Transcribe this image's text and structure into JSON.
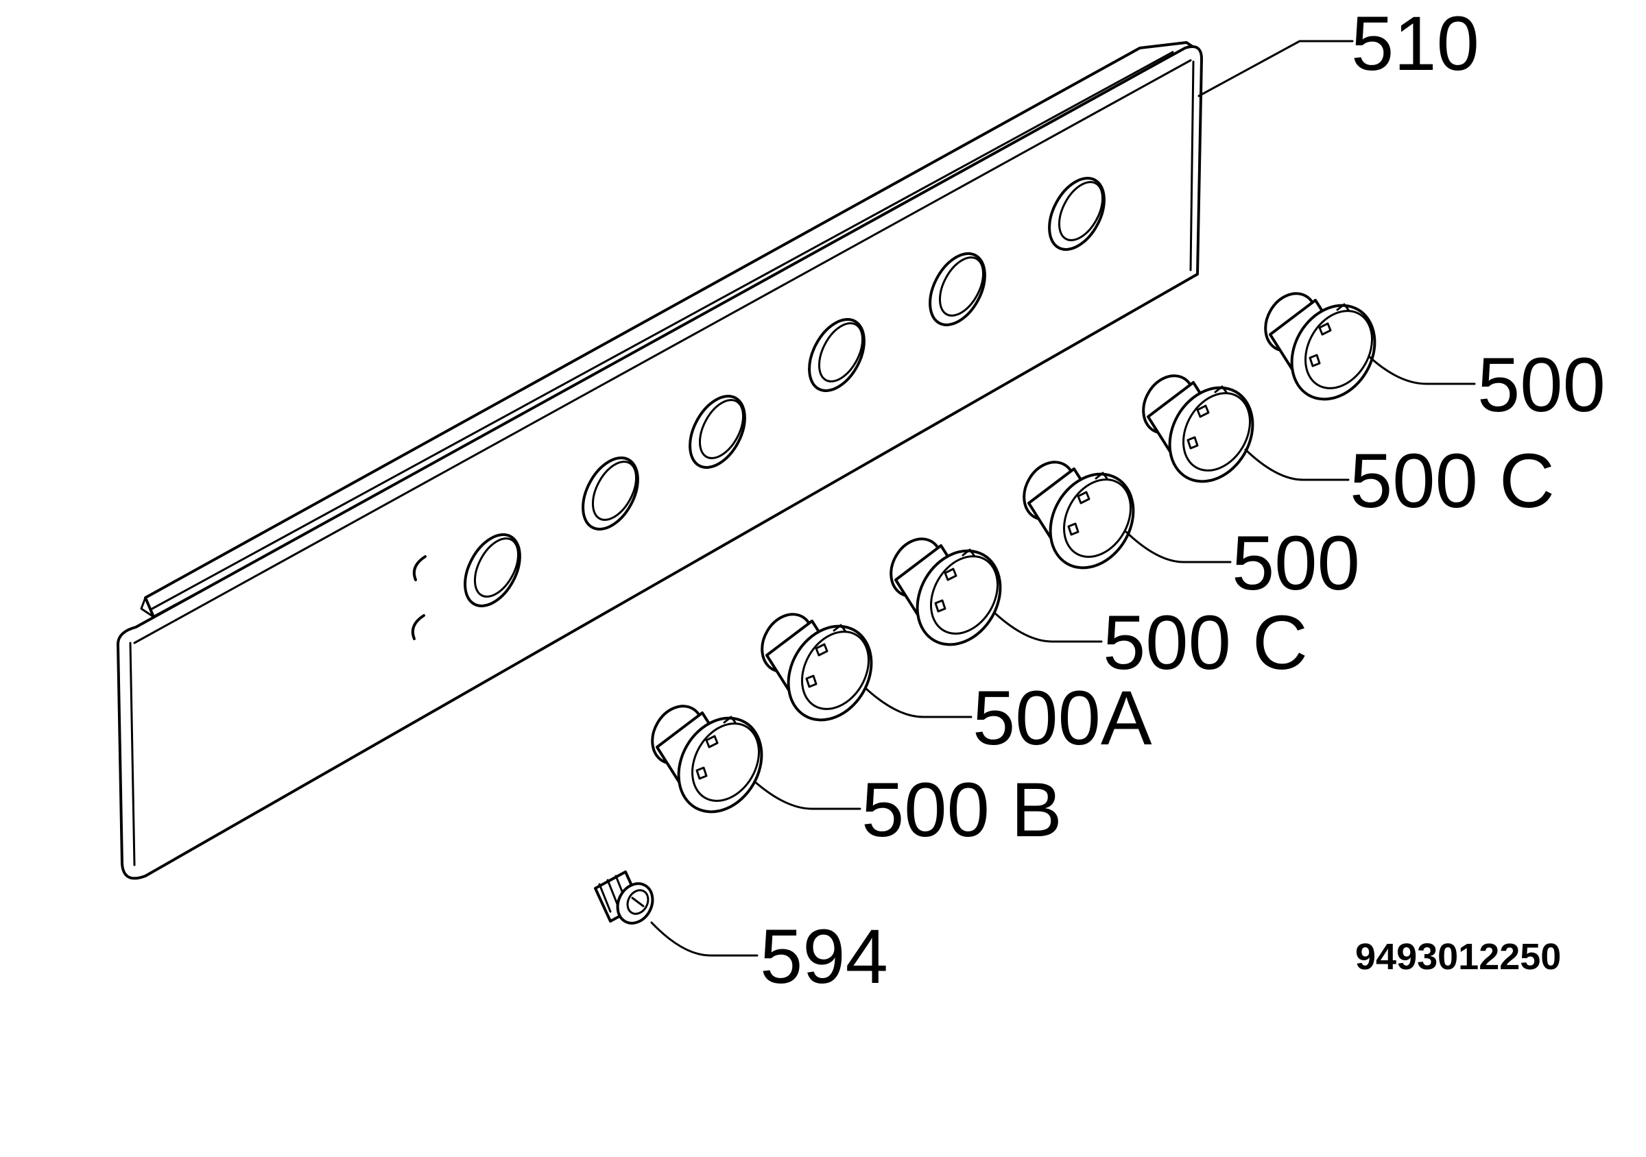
{
  "diagram": {
    "drawing_number": "9493012250",
    "parts": [
      {
        "id": "panel",
        "label": "510"
      },
      {
        "id": "knob-1",
        "label": "500"
      },
      {
        "id": "knob-2",
        "label": "500 C"
      },
      {
        "id": "knob-3",
        "label": "500"
      },
      {
        "id": "knob-4",
        "label": "500 C"
      },
      {
        "id": "knob-5",
        "label": "500A"
      },
      {
        "id": "knob-6",
        "label": "500 B"
      },
      {
        "id": "screw",
        "label": "594"
      }
    ]
  }
}
